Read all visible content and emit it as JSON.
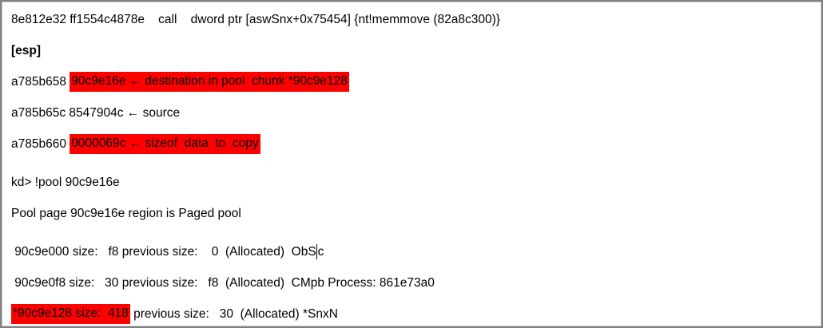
{
  "page": {
    "background_color": "#ffffff",
    "border_color": "#808080",
    "highlight_color": "#ff0000",
    "text_color": "#000000"
  },
  "terminal": {
    "lines": [
      {
        "segments": [
          {
            "text": "8e812e32 ff1554c4878e    call    dword ptr [aswSnx+0x75454] {nt!memmove (82a8c300)}",
            "highlight": false,
            "bold": false
          }
        ]
      },
      {
        "segments": [
          {
            "text": "[esp]",
            "highlight": false,
            "bold": true
          }
        ]
      },
      {
        "segments": [
          {
            "text": "a785b658 ",
            "highlight": false,
            "bold": false
          },
          {
            "text": "90c9e16e ← destination in pool  chunk *90c9e128",
            "highlight": true,
            "bold": false
          }
        ]
      },
      {
        "segments": [
          {
            "text": "a785b65c 8547904c ← source",
            "highlight": false,
            "bold": false
          }
        ]
      },
      {
        "segments": [
          {
            "text": "a785b660 ",
            "highlight": false,
            "bold": false
          },
          {
            "text": "0000069c ← sizeof  data  to  copy",
            "highlight": true,
            "bold": false
          }
        ]
      },
      {
        "segments": [
          {
            "text": "kd> !pool 90c9e16e",
            "highlight": false,
            "bold": false
          }
        ]
      },
      {
        "segments": [
          {
            "text": "Pool page 90c9e16e region is Paged pool",
            "highlight": false,
            "bold": false
          }
        ]
      },
      {
        "segments": [
          {
            "text": " 90c9e000 size:   f8 previous size:    0  (Allocated)  ObS",
            "highlight": false,
            "bold": false
          },
          {
            "type": "caret"
          },
          {
            "text": "c",
            "highlight": false,
            "bold": false
          }
        ]
      },
      {
        "segments": [
          {
            "text": " 90c9e0f8 size:   30 previous size:   f8  (Allocated)  CMpb Process: 861e73a0",
            "highlight": false,
            "bold": false
          }
        ]
      },
      {
        "segments": [
          {
            "text": "*90c9e128 size:  418",
            "highlight": true,
            "bold": false
          },
          {
            "text": " previous size:   30  (Allocated) *SnxN",
            "highlight": false,
            "bold": false
          }
        ]
      }
    ]
  }
}
